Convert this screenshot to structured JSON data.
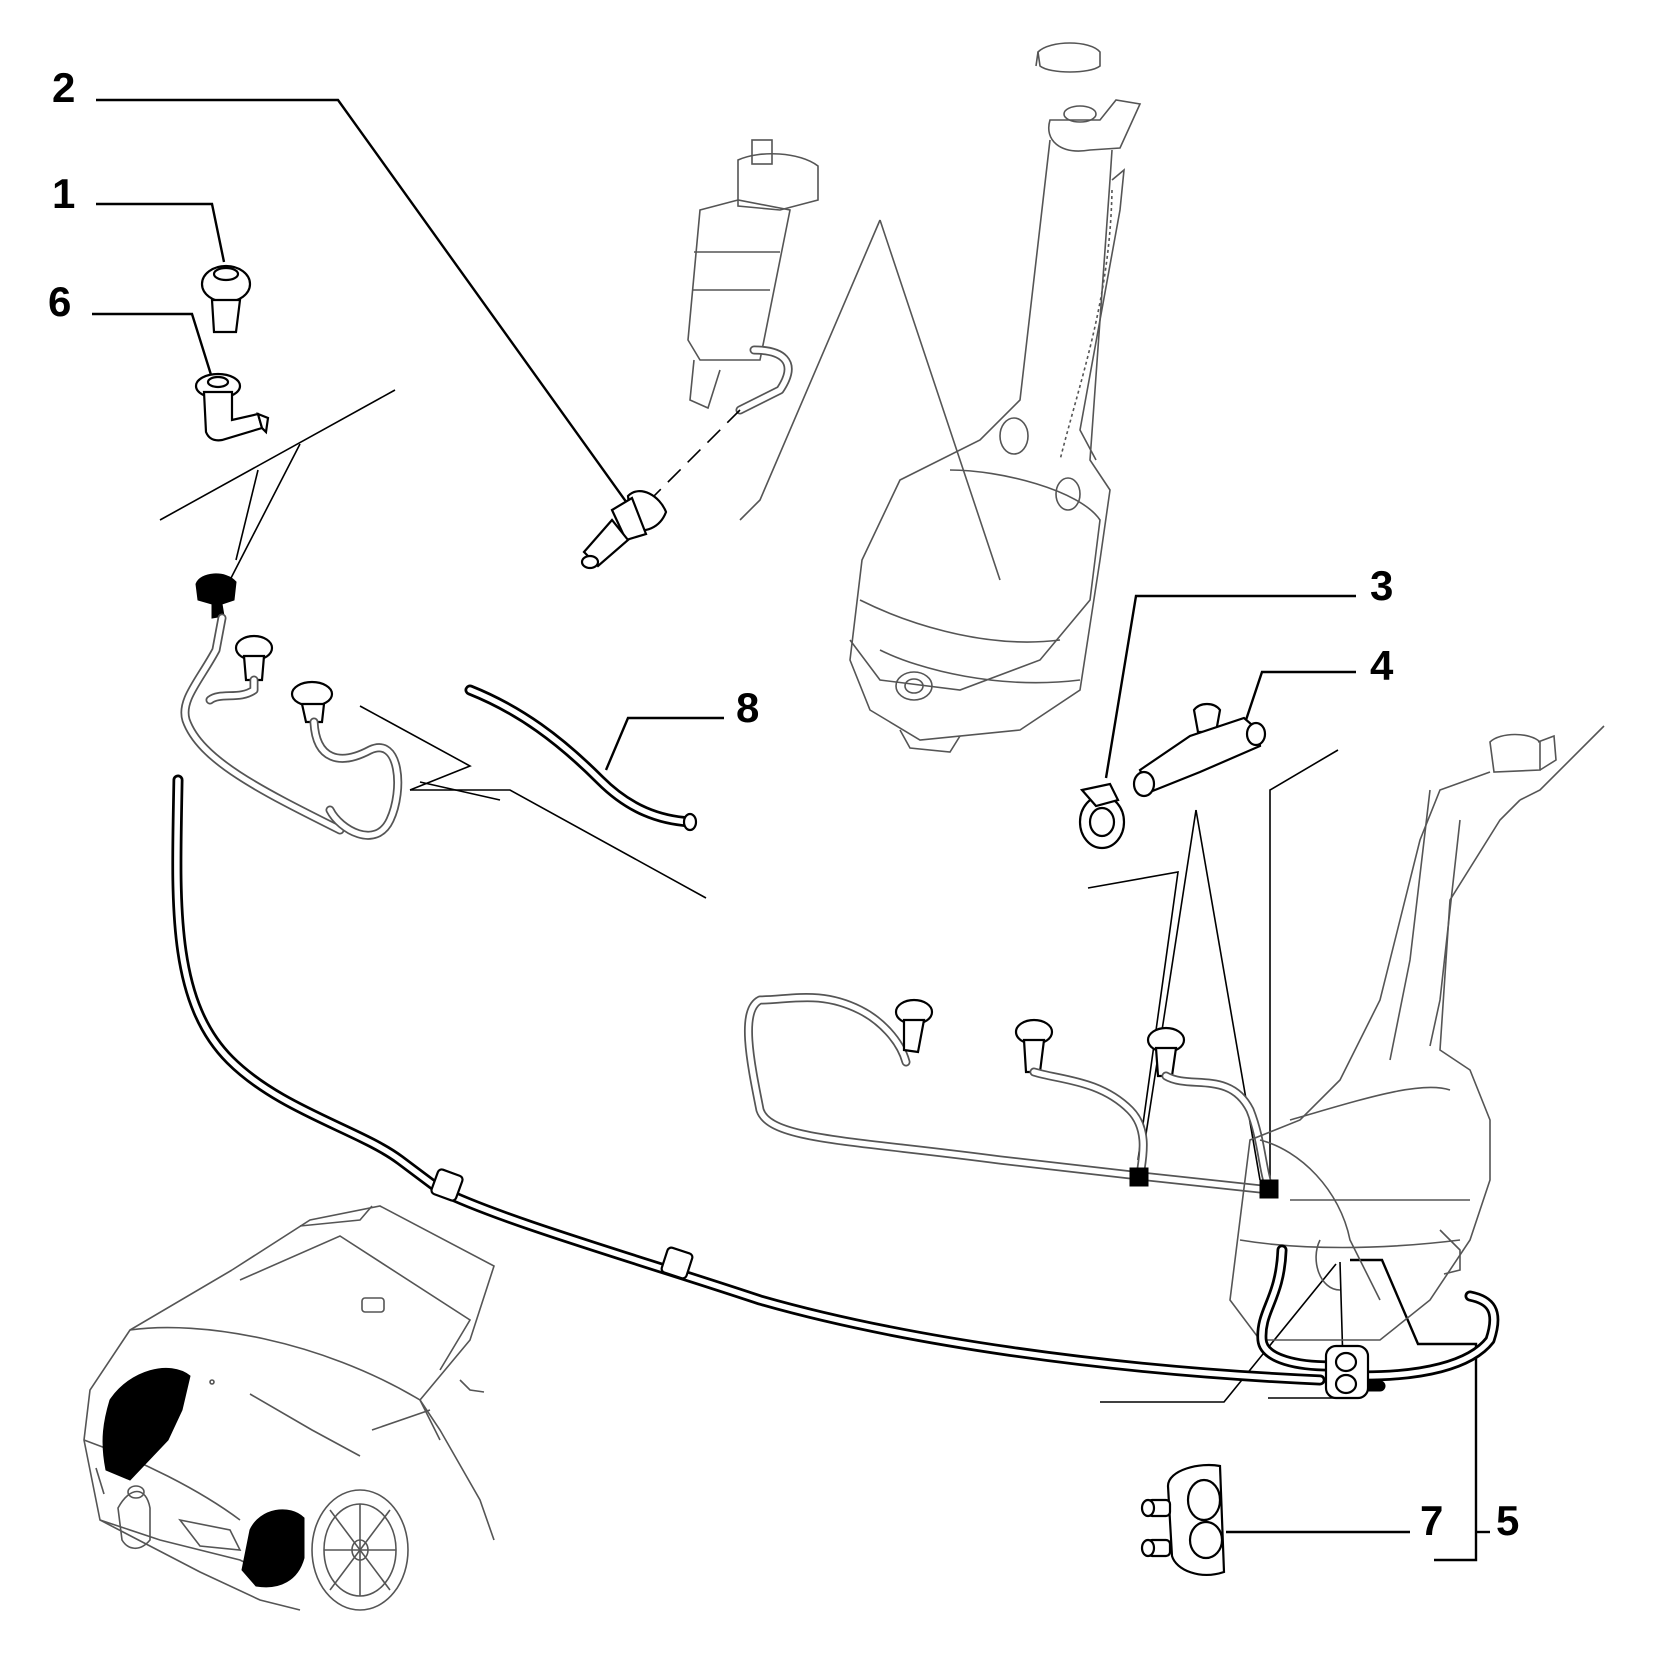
{
  "callouts": {
    "c1": "1",
    "c2": "2",
    "c3": "3",
    "c4": "4",
    "c5": "5",
    "c6": "6",
    "c7": "7",
    "c8": "8"
  },
  "colors": {
    "line": "#000000",
    "background": "#ffffff",
    "ghost": "#555555"
  }
}
